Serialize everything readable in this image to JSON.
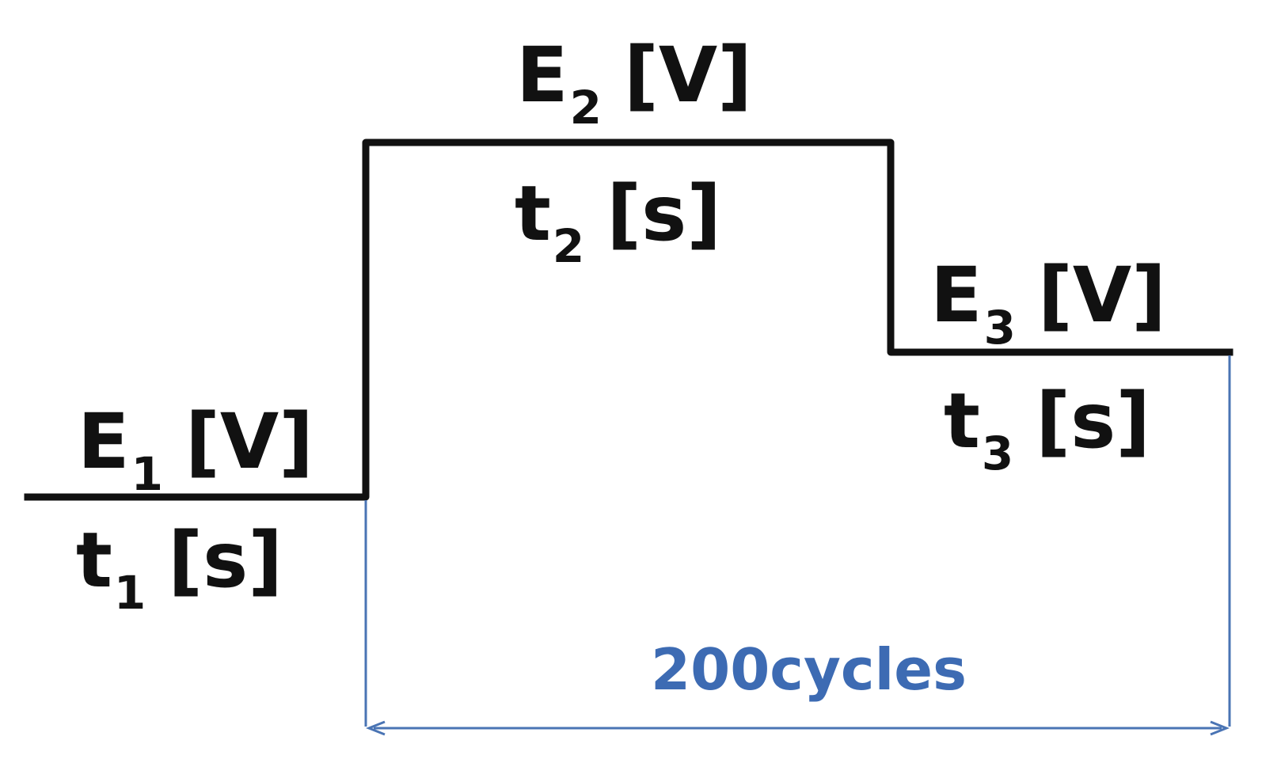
{
  "colors": {
    "waveform": "#111111",
    "cycle_bracket": "#4a74b4",
    "cycle_text": "#3d6bb3"
  },
  "steps": [
    {
      "id": "step1",
      "E": {
        "symbol": "E",
        "sub": "1",
        "unit": "[V]"
      },
      "t": {
        "symbol": "t",
        "sub": "1",
        "unit": "[s]"
      }
    },
    {
      "id": "step2",
      "E": {
        "symbol": "E",
        "sub": "2",
        "unit": "[V]"
      },
      "t": {
        "symbol": "t",
        "sub": "2",
        "unit": "[s]"
      }
    },
    {
      "id": "step3",
      "E": {
        "symbol": "E",
        "sub": "3",
        "unit": "[V]"
      },
      "t": {
        "symbol": "t",
        "sub": "3",
        "unit": "[s]"
      }
    }
  ],
  "cycles_label": "200cycles"
}
